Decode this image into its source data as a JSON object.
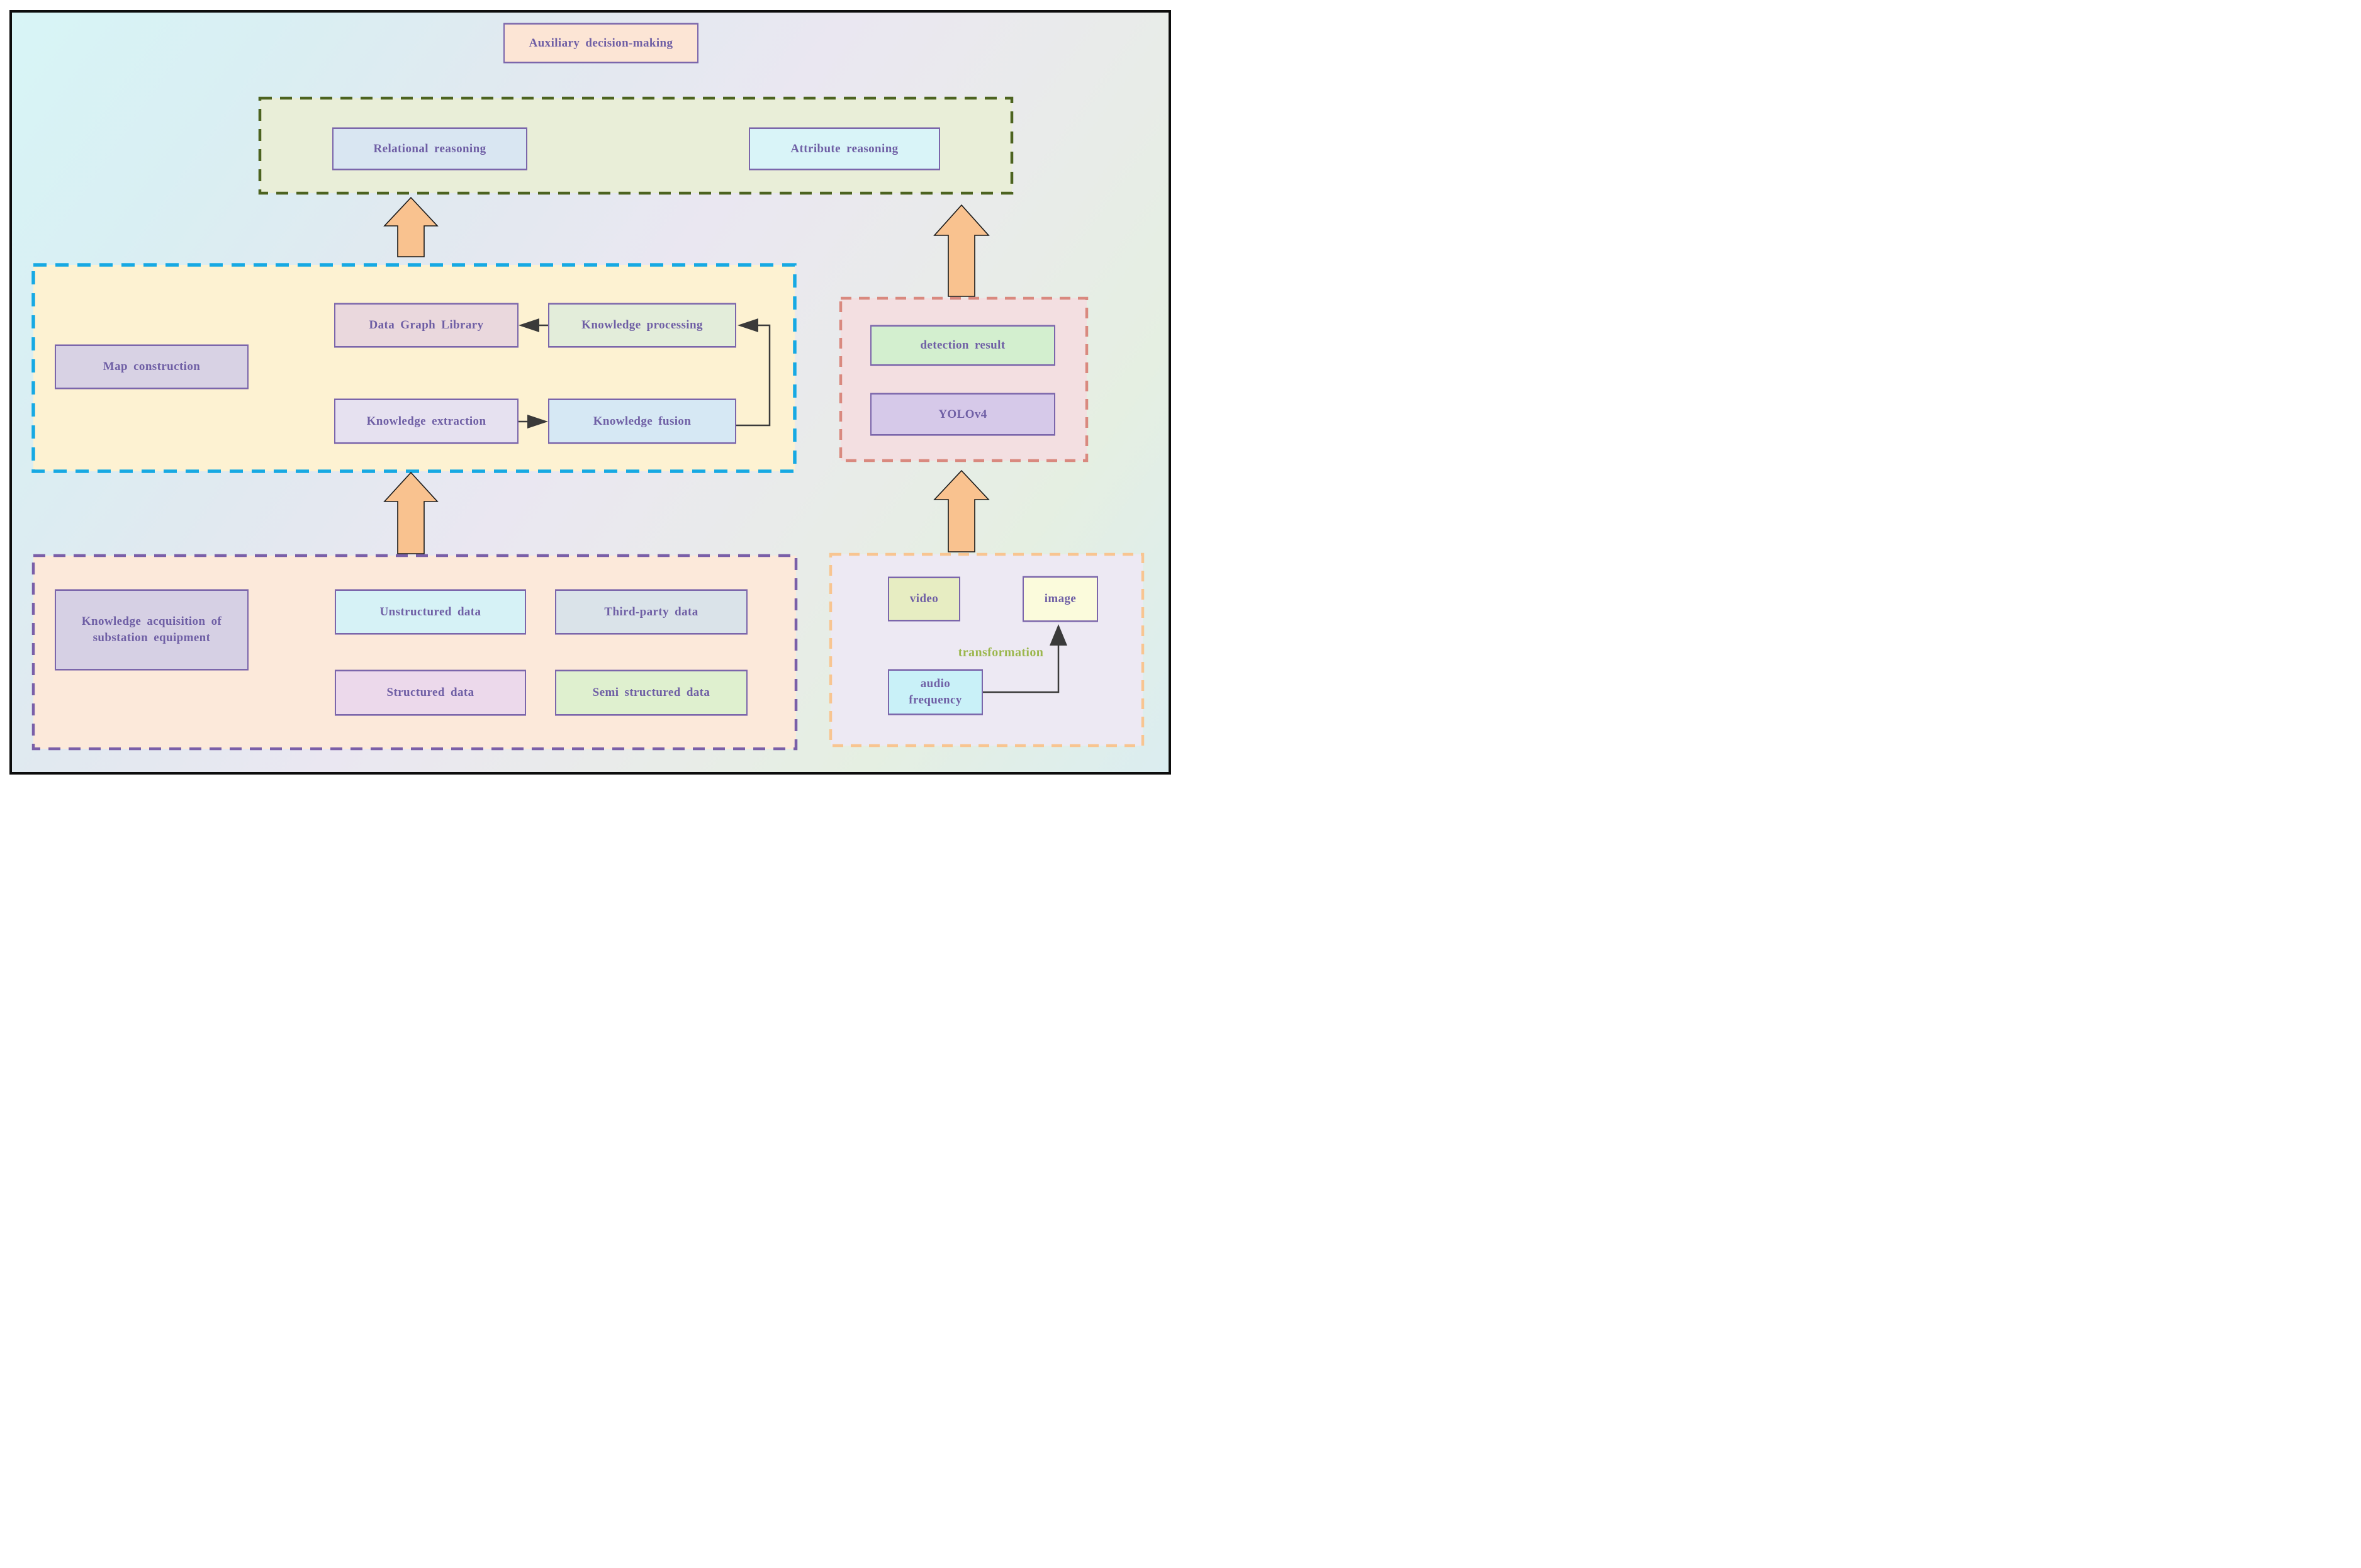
{
  "diagram": {
    "labels": {
      "auxiliary": "Auxiliary decision-making",
      "relational": "Relational reasoning",
      "attribute": "Attribute reasoning",
      "map_construction": "Map construction",
      "data_graph_library": "Data Graph Library",
      "knowledge_processing": "Knowledge processing",
      "knowledge_extraction": "Knowledge extraction",
      "knowledge_fusion": "Knowledge fusion",
      "knowledge_acquisition_line1": "Knowledge acquisition of",
      "knowledge_acquisition_line2": "substation equipment",
      "unstructured": "Unstructured data",
      "third_party": "Third-party data",
      "structured": "Structured data",
      "semi_structured": "Semi structured data",
      "detection_result": "detection result",
      "yolo": "YOLOv4",
      "video": "video",
      "image": "image",
      "audio_line1": "audio",
      "audio_line2": "frequency",
      "transformation": "transformation"
    },
    "colors": {
      "text": "#6f5fa5",
      "node_border": "#7b66ab",
      "auxiliary_bg": "#fce5d5",
      "reasoning_group_border": "#4c6320",
      "reasoning_group_bg": "#e9eed8",
      "relational_bg": "#d9e6f2",
      "attribute_bg": "#d9f4f8",
      "map_group_border": "#17a9e3",
      "map_group_bg": "#fdf2d2",
      "map_construction_bg": "#d8d2e4",
      "data_graph_library_bg": "#ead8dd",
      "knowledge_processing_bg": "#e3edda",
      "knowledge_extraction_bg": "#e6e1f0",
      "knowledge_fusion_bg": "#d6e8f4",
      "acquisition_group_border": "#7a5fa8",
      "acquisition_group_bg": "#fce9da",
      "knowledge_acquisition_bg": "#d6d0e4",
      "unstructured_bg": "#d6f2f6",
      "third_party_bg": "#dae3e9",
      "structured_bg": "#ecd9eb",
      "semi_structured_bg": "#dff0cf",
      "detection_group_border": "#d9897f",
      "detection_group_bg": "#f3dfe1",
      "detection_result_bg": "#d3efcf",
      "yolo_bg": "#d6c9e9",
      "media_group_border": "#f8c591",
      "media_group_bg": "#ede9f3",
      "video_bg": "#e7edc2",
      "image_bg": "#fbfbdc",
      "audio_bg": "#c9f1f8",
      "transformation_text": "#9cb74e",
      "block_arrow_fill": "#f9c28f",
      "connector_line": "#3a3a3a",
      "frame_border": "#0d0d0d"
    }
  }
}
